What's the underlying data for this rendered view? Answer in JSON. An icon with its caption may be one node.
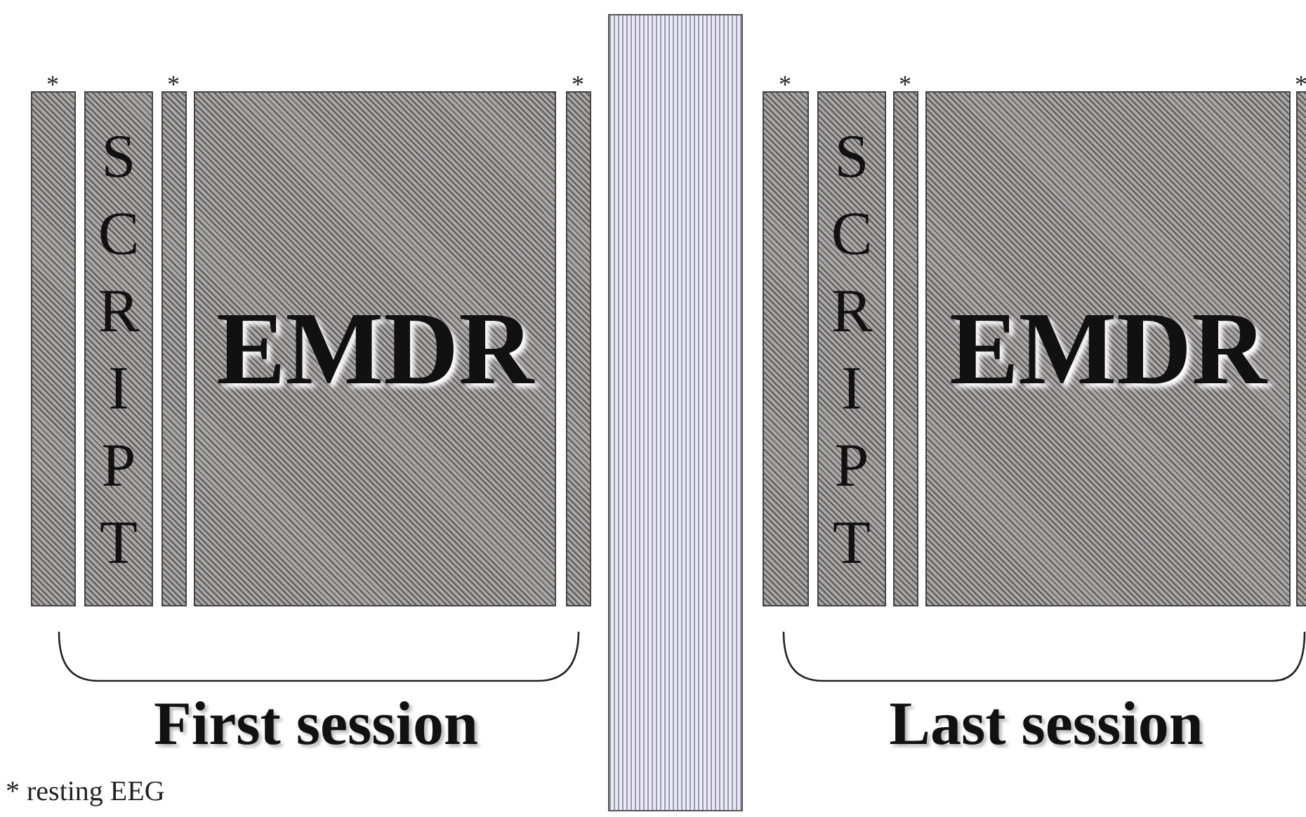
{
  "diagram": {
    "nodes": [
      {
        "text": [],
        "shape": "bar",
        "beside": [
          "*"
        ]
      },
      {
        "text": [
          "SCRIPT"
        ]
      },
      {
        "text": [],
        "shape": "bar",
        "beside": [
          "*"
        ]
      },
      {
        "text": [
          "EMDR"
        ]
      },
      {
        "text": [],
        "shape": "bar",
        "beside": [
          "*"
        ]
      },
      {
        "text": [],
        "shape": "bar"
      },
      {
        "text": [],
        "shape": "bar",
        "beside": [
          "*"
        ]
      },
      {
        "text": [
          "SCRIPT"
        ]
      },
      {
        "text": [],
        "shape": "bar",
        "beside": [
          "*"
        ]
      },
      {
        "text": [
          "EMDR"
        ]
      },
      {
        "text": [],
        "shape": "bar",
        "beside": [
          "*"
        ]
      }
    ],
    "labels": [
      "First session",
      "Last session",
      "* resting EEG"
    ]
  }
}
